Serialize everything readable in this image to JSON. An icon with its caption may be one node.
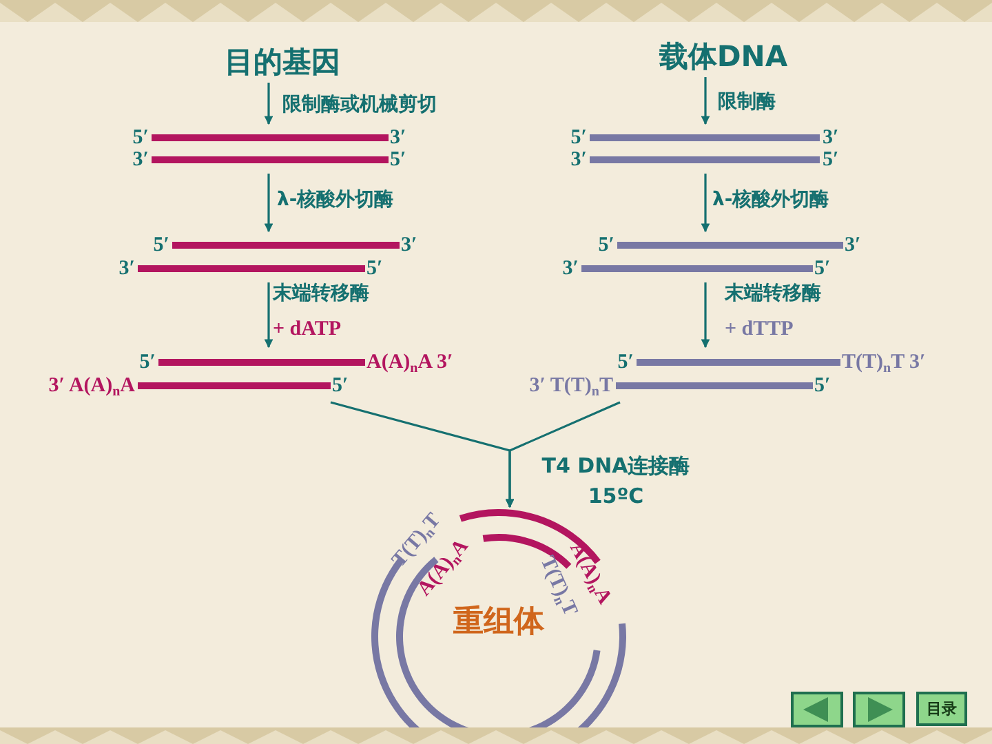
{
  "diagram": {
    "nodes": [
      {
        "text": [
          "目的基因"
        ]
      },
      {
        "text": [
          "5′",
          "3′",
          "3′",
          "5′"
        ]
      },
      {
        "text": [
          "5′",
          "3′",
          "3′",
          "5′"
        ]
      },
      {
        "text": [
          "5′",
          "A(A)$_{n}$A 3′",
          "3′ A(A)$_{n}$A",
          "5′"
        ]
      },
      {
        "text": [
          "载体DNA"
        ]
      },
      {
        "text": [
          "5′",
          "3′",
          "3′",
          "5′"
        ]
      },
      {
        "text": [
          "5′",
          "3′",
          "3′",
          "5′"
        ]
      },
      {
        "text": [
          "5′",
          "T(T)$_{n}$T 3′",
          "3′ T(T)$_{n}$T",
          "5′"
        ]
      },
      {
        "text": [
          "T(T)$_{n}$T",
          "A(A)$_{n}$A",
          "A(A)$_{n}$A",
          "T(T)$_{n}$T",
          "重组体"
        ]
      }
    ],
    "edges": [
      {
        "from": 0,
        "to": 1,
        "arrow": "to",
        "label": "限制酶或机械剪切"
      },
      {
        "from": 1,
        "to": 2,
        "arrow": "to",
        "label": "λ-核酸外切酶"
      },
      {
        "from": 2,
        "to": 3,
        "arrow": "to",
        "label": "末端转移酶"
      },
      {
        "from": 4,
        "to": 5,
        "arrow": "to",
        "label": "限制酶"
      },
      {
        "from": 5,
        "to": 6,
        "arrow": "to",
        "label": "λ-核酸外切酶"
      },
      {
        "from": 6,
        "to": 7,
        "arrow": "to",
        "label": "末端转移酶"
      },
      {
        "from": 3,
        "to": 8,
        "arrow": "to"
      },
      {
        "from": 7,
        "to": 8,
        "arrow": "to",
        "label": "T4 DNA连接酶 15ºC"
      }
    ],
    "labels": [
      "+ dATP",
      "+ dTTP",
      "目录"
    ]
  }
}
